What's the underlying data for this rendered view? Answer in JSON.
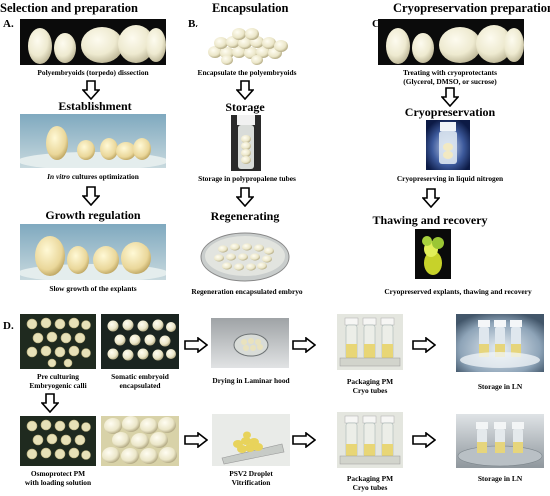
{
  "sections": {
    "a": {
      "letter": "A.",
      "title": "Selection and preparation"
    },
    "b": {
      "letter": "B.",
      "title": "Encapsulation"
    },
    "c": {
      "letter": "C.",
      "title": "Cryopreservation preparation"
    },
    "d": {
      "letter": "D."
    }
  },
  "column_a": {
    "cap1": "Polyembryoids (torpedo) dissection",
    "stage2": "Establishment",
    "cap2_italic": "In vitro",
    "cap2_rest": " cultures optimization",
    "stage3": "Growth regulation",
    "cap3": "Slow growth of the explants"
  },
  "column_b": {
    "cap1": "Encapsulate the polyembryoids",
    "stage2": "Storage",
    "cap2": "Storage in polypropalene tubes",
    "stage3": "Regenerating",
    "cap3": "Regeneration encapsulated embryo"
  },
  "column_c": {
    "cap1_line1": "Treating with cryoprotectants",
    "cap1_line2": "(Glycerol, DMSO, or sucrose)",
    "stage2": "Cryopreservation",
    "cap2": "Cryopreserving in liquid nitrogen",
    "stage3": "Thawing and recovery",
    "cap3": "Cryopreserved explants, thawing and recovery"
  },
  "row_d1": {
    "cap1_line1": "Pre culturing",
    "cap1_line2": "Embryogenic calli",
    "cap2_line1": "Somatic embryoid",
    "cap2_line2": "encapsulated",
    "cap3": "Drying in Laminar hood",
    "cap4_line1": "Packaging PM",
    "cap4_line2": "Cryo tubes",
    "cap5": "Storage in LN"
  },
  "row_d2": {
    "cap1_line1": "Osmoprotect PM",
    "cap1_line2": "with loading solution",
    "cap3_line1": "PSV2 Droplet",
    "cap3_line2": "Vitrification",
    "cap4_line1": "Packaging PM",
    "cap4_line2": "Cryo tubes",
    "cap5": "Storage in LN"
  }
}
